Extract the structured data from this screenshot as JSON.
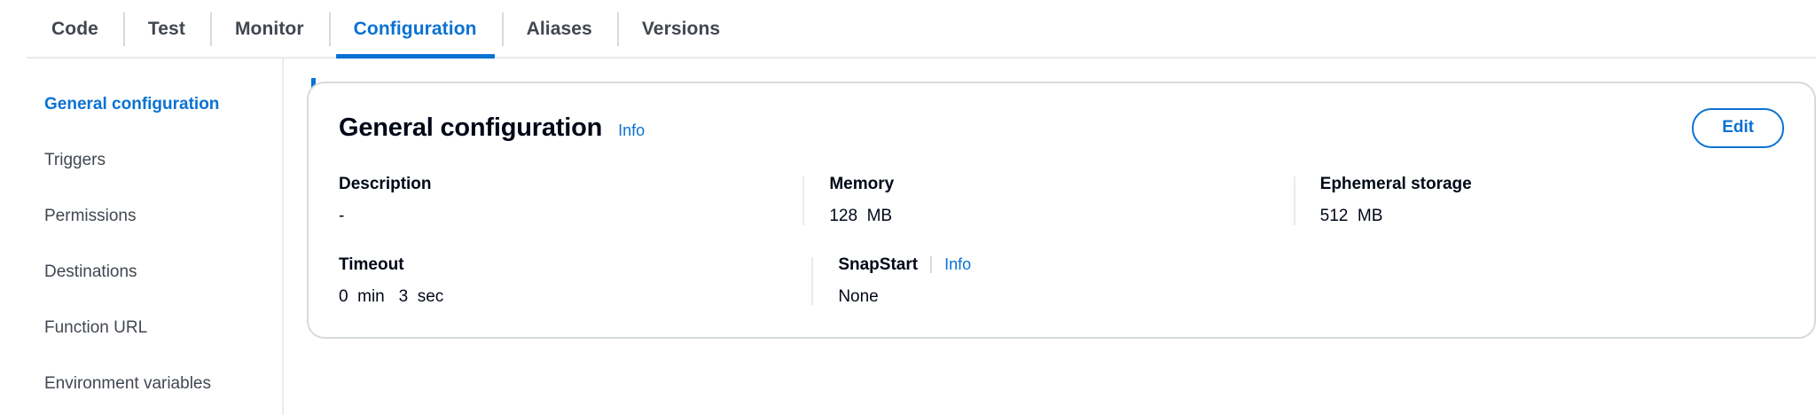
{
  "colors": {
    "accent": "#0972d3",
    "text": "#000716",
    "muted": "#414750",
    "border": "#d5dbdb",
    "divider": "#e9ebed"
  },
  "tabs": [
    {
      "label": "Code",
      "active": false
    },
    {
      "label": "Test",
      "active": false
    },
    {
      "label": "Monitor",
      "active": false
    },
    {
      "label": "Configuration",
      "active": true
    },
    {
      "label": "Aliases",
      "active": false
    },
    {
      "label": "Versions",
      "active": false
    }
  ],
  "sidebar": {
    "items": [
      {
        "label": "General configuration",
        "active": true
      },
      {
        "label": "Triggers",
        "active": false
      },
      {
        "label": "Permissions",
        "active": false
      },
      {
        "label": "Destinations",
        "active": false
      },
      {
        "label": "Function URL",
        "active": false
      },
      {
        "label": "Environment variables",
        "active": false
      }
    ]
  },
  "card": {
    "title": "General configuration",
    "info_label": "Info",
    "edit_label": "Edit",
    "rows": [
      [
        {
          "label": "Description",
          "value": "-",
          "info": null,
          "divided": false
        },
        {
          "label": "Memory",
          "value": "128  MB",
          "info": null,
          "divided": true
        },
        {
          "label": "Ephemeral storage",
          "value": "512  MB",
          "info": null,
          "divided": true
        }
      ],
      [
        {
          "label": "Timeout",
          "value": "0  min   3  sec",
          "info": null,
          "divided": false
        },
        {
          "label": "SnapStart",
          "value": "None",
          "info": "Info",
          "divided": true
        },
        {
          "label": "",
          "value": "",
          "info": null,
          "divided": false
        }
      ]
    ]
  }
}
